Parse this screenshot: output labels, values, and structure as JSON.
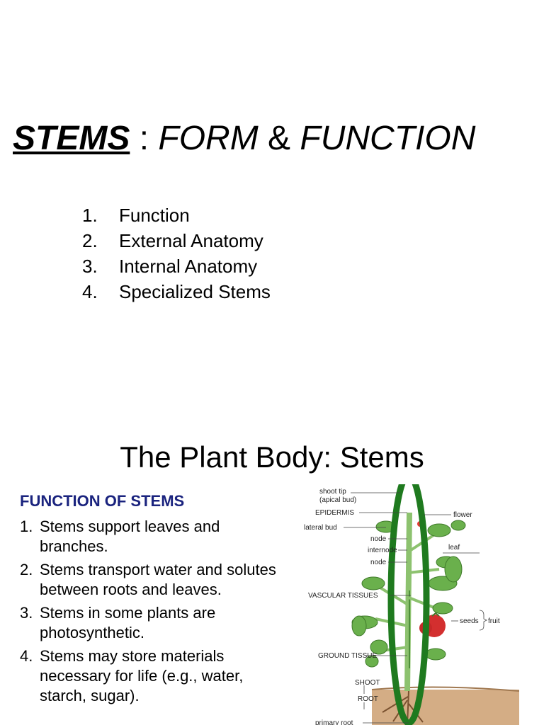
{
  "slide1": {
    "title_bold": "STEMS",
    "title_sep": ":",
    "title_form": "FORM",
    "title_amp": "&",
    "title_function": "FUNCTION",
    "outline": [
      {
        "num": "1.",
        "text": "Function"
      },
      {
        "num": "2.",
        "text": "External Anatomy"
      },
      {
        "num": "3.",
        "text": "Internal Anatomy"
      },
      {
        "num": "4.",
        "text": "Specialized Stems"
      }
    ]
  },
  "slide2": {
    "title": "The Plant Body: Stems",
    "subheading": "FUNCTION OF STEMS",
    "functions": [
      {
        "num": "1.",
        "text": "Stems support leaves and branches."
      },
      {
        "num": "2.",
        "text": "Stems transport water and solutes between roots and leaves."
      },
      {
        "num": "3.",
        "text": "Stems in some plants are photosynthetic."
      },
      {
        "num": "4.",
        "text": "Stems may store materials necessary for life (e.g., water, starch, sugar)."
      }
    ],
    "diagram": {
      "labels": {
        "shoot_tip": "shoot tip",
        "apical_bud": "(apical bud)",
        "epidermis": "EPIDERMIS",
        "lateral_bud": "lateral bud",
        "node_top": "node",
        "internode": "internode",
        "node_bottom": "node",
        "vascular": "VASCULAR TISSUES",
        "ground": "GROUND TISSUE",
        "shoot": "SHOOT",
        "root": "ROOT",
        "primary_root": "primary root",
        "flower": "flower",
        "leaf": "leaf",
        "seeds": "seeds",
        "fruit": "fruit"
      },
      "colors": {
        "ellipse": "#1f7a1f",
        "leaf": "#6ab04c",
        "stem": "#8dc26f",
        "fruit": "#d32f2f",
        "soil": "#c9a07a"
      }
    }
  }
}
